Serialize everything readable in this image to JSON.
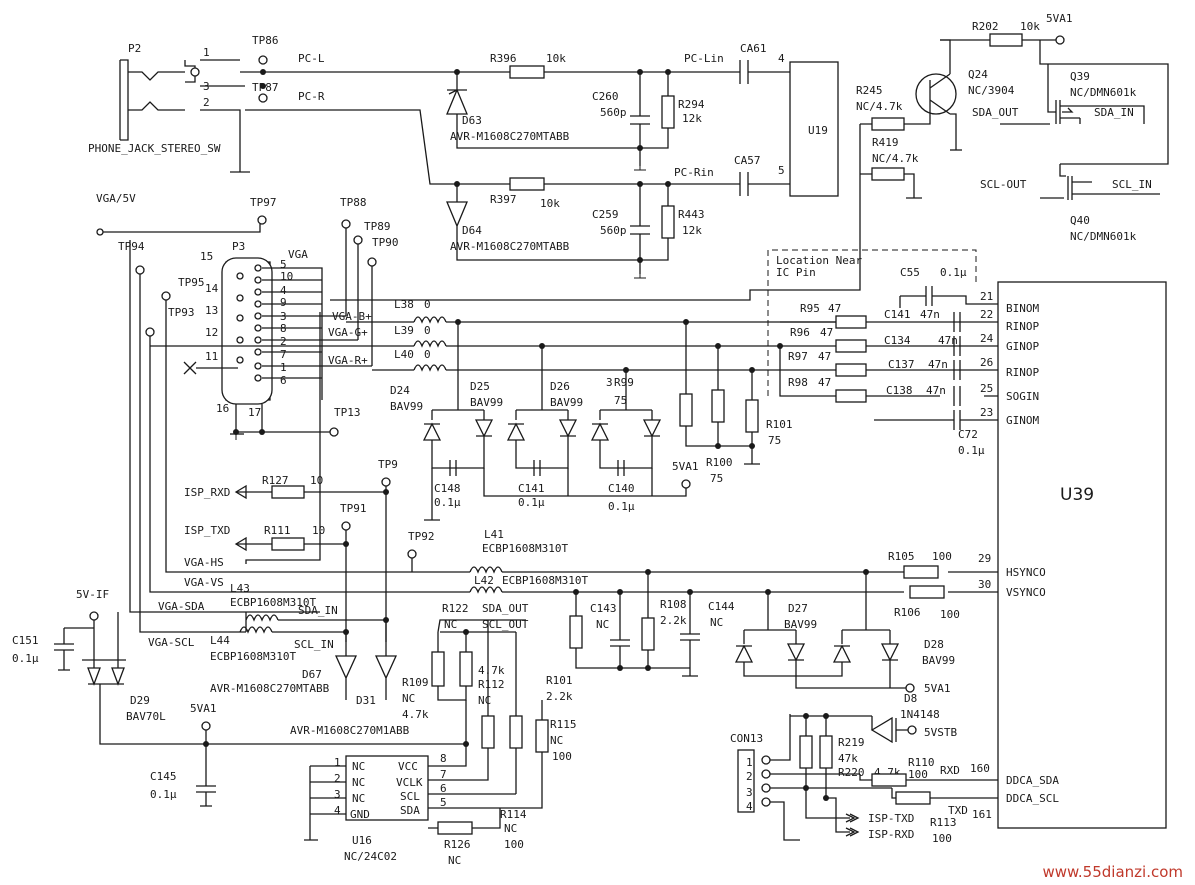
{
  "watermark": "www.55dianzi.com",
  "nets": {
    "pc_l": "PC-L",
    "pc_r": "PC-R",
    "pc_lin": "PC-Lin",
    "pc_rin": "PC-Rin",
    "vga5v": "VGA/5V",
    "vga_b": "VGA-B+",
    "vga_g": "VGA-G+",
    "vga_r": "VGA-R+",
    "vga_hs": "VGA-HS",
    "vga_vs": "VGA-VS",
    "vga_sda": "VGA-SDA",
    "vga_scl": "VGA-SCL",
    "isp_rxd": "ISP_RXD",
    "isp_txd": "ISP_TXD",
    "sda_out": "SDA_OUT",
    "sda_in": "SDA_IN",
    "scl_out": "SCL-OUT",
    "scl_in": "SCL_IN",
    "sda_out2": "SDA_OUT",
    "scl_out2": "SCL_OUT",
    "sda_in2": "SDA_IN",
    "scl_in2": "SCL_IN",
    "isp_txd2": "ISP-TXD",
    "isp_rxd2": "ISP-RXD",
    "rxd": "RXD",
    "txd": "TXD",
    "v5va1": "5VA1",
    "v5vstb": "5VSTB",
    "v5vif": "5V-IF",
    "nine": "3"
  },
  "testpoints": [
    "TP86",
    "TP87",
    "TP97",
    "TP88",
    "TP89",
    "TP90",
    "TP94",
    "TP95",
    "TP93",
    "TP13",
    "TP9",
    "TP91",
    "TP92"
  ],
  "jack": {
    "ref": "P2",
    "name": "PHONE_JACK_STEREO_SW",
    "pins": [
      "1",
      "3",
      "2"
    ]
  },
  "connector_p3": {
    "ref": "P3",
    "name": "VGA",
    "pins": [
      "15",
      "14",
      "13",
      "12",
      "11",
      "5",
      "10",
      "4",
      "9",
      "3",
      "8",
      "2",
      "7",
      "1",
      "6",
      "16",
      "17"
    ]
  },
  "audio": [
    {
      "ref": "R396",
      "val": "10k"
    },
    {
      "ref": "R397",
      "val": "10k"
    },
    {
      "ref": "C260",
      "val": "560p"
    },
    {
      "ref": "C259",
      "val": "560p"
    },
    {
      "ref": "R294",
      "val": "12k"
    },
    {
      "ref": "R443",
      "val": "12k"
    },
    {
      "ref": "CA61",
      "val": ""
    },
    {
      "ref": "CA57",
      "val": ""
    },
    {
      "ref": "D63",
      "val": "AVR-M1608C270MTABB"
    },
    {
      "ref": "D64",
      "val": "AVR-M1608C270MTABB"
    },
    {
      "ref": "U19",
      "val": ""
    },
    {
      "pin4": "4",
      "pin5": "5"
    }
  ],
  "i2c_switch": [
    {
      "ref": "R202",
      "val": "10k"
    },
    {
      "ref": "R245",
      "val": "NC/4.7k"
    },
    {
      "ref": "R419",
      "val": "NC/4.7k"
    },
    {
      "ref": "Q24",
      "val": "NC/3904"
    },
    {
      "ref": "Q39",
      "val": "NC/DMN601k"
    },
    {
      "ref": "Q40",
      "val": "NC/DMN601k"
    }
  ],
  "rgb": [
    {
      "ref": "L38",
      "val": "0"
    },
    {
      "ref": "L39",
      "val": "0"
    },
    {
      "ref": "L40",
      "val": "0"
    },
    {
      "ref": "R95",
      "val": "47"
    },
    {
      "ref": "R96",
      "val": "47"
    },
    {
      "ref": "R97",
      "val": "47"
    },
    {
      "ref": "R98",
      "val": "47"
    },
    {
      "ref": "C55",
      "val": "0.1μ"
    },
    {
      "ref": "C141",
      "val": "47n"
    },
    {
      "ref": "C134",
      "val": "47n"
    },
    {
      "ref": "C137",
      "val": "47n"
    },
    {
      "ref": "C138",
      "val": "47n"
    },
    {
      "ref": "C72",
      "val": "0.1μ"
    },
    {
      "ref": "R99",
      "val": "75"
    },
    {
      "ref": "R100",
      "val": "75"
    },
    {
      "ref": "R101",
      "val": "75"
    },
    {
      "ref": "D24",
      "val": "BAV99"
    },
    {
      "ref": "D25",
      "val": "BAV99"
    },
    {
      "ref": "D26",
      "val": "BAV99"
    },
    {
      "ref": "C148",
      "val": "0.1μ"
    },
    {
      "ref": "C141",
      "val": "0.1μ"
    },
    {
      "ref": "C140",
      "val": "0.1μ"
    }
  ],
  "location_note": [
    "Location Near",
    "IC Pin"
  ],
  "u39": {
    "ref": "U39",
    "pins": [
      {
        "num": "21",
        "name": "BINOM"
      },
      {
        "num": "22",
        "name": "RINOP"
      },
      {
        "num": "24",
        "name": "GINOP"
      },
      {
        "num": "26",
        "name": "RINOP"
      },
      {
        "num": "25",
        "name": "SOGIN"
      },
      {
        "num": "23",
        "name": "GINOM"
      },
      {
        "num": "29",
        "name": "HSYNCO"
      },
      {
        "num": "30",
        "name": "VSYNCO"
      },
      {
        "num": "160",
        "name": "DDCA_SDA"
      },
      {
        "num": "161",
        "name": "DDCA_SCL"
      }
    ]
  },
  "sync": [
    {
      "ref": "R127",
      "val": "10"
    },
    {
      "ref": "R111",
      "val": "10"
    },
    {
      "ref": "L41",
      "val": "ECBP1608M310T"
    },
    {
      "ref": "L42",
      "val": "ECBP1608M310T"
    },
    {
      "ref": "L43",
      "val": "ECBP1608M310T"
    },
    {
      "ref": "L44",
      "val": "ECBP1608M310T"
    },
    {
      "ref": "R105",
      "val": "100"
    },
    {
      "ref": "R106",
      "val": "100"
    },
    {
      "ref": "C143",
      "val": "NC"
    },
    {
      "ref": "R108",
      "val": "2.2k"
    },
    {
      "ref": "C144",
      "val": "NC"
    },
    {
      "ref": "D27",
      "val": "BAV99"
    },
    {
      "ref": "D28",
      "val": "BAV99"
    }
  ],
  "ddc": [
    {
      "ref": "C151",
      "val": "0.1μ"
    },
    {
      "ref": "D29",
      "val": "BAV70L"
    },
    {
      "ref": "C145",
      "val": "0.1μ"
    },
    {
      "ref": "D67",
      "val": "AVR-M1608C270MTABB"
    },
    {
      "ref": "D31",
      "val": "AVR-M1608C270M1ABB"
    },
    {
      "ref": "R109",
      "val": "NC"
    },
    {
      "ref": "R109b",
      "val": "4.7k"
    },
    {
      "ref": "R122",
      "val": "NC"
    },
    {
      "ref": "R112",
      "val": "4.7k"
    },
    {
      "ref": "R112b",
      "val": "NC"
    },
    {
      "ref": "R101",
      "val": "2.2k"
    },
    {
      "ref": "R115",
      "val": "NC"
    },
    {
      "ref": "R115b",
      "val": "100"
    },
    {
      "ref": "R114",
      "val": "NC"
    },
    {
      "ref": "R114b",
      "val": "100"
    },
    {
      "ref": "R126",
      "val": "NC"
    }
  ],
  "u16": {
    "ref": "U16",
    "val": "NC/24C02",
    "left": [
      {
        "n": "1",
        "p": "NC"
      },
      {
        "n": "2",
        "p": "NC"
      },
      {
        "n": "3",
        "p": "NC"
      },
      {
        "n": "4",
        "p": "GND"
      }
    ],
    "right": [
      {
        "n": "8",
        "p": "VCC"
      },
      {
        "n": "7",
        "p": "VCLK"
      },
      {
        "n": "6",
        "p": "SCL"
      },
      {
        "n": "5",
        "p": "SDA"
      }
    ]
  },
  "con13": {
    "ref": "CON13",
    "pins": [
      "1",
      "2",
      "3",
      "4"
    ],
    "parts": [
      {
        "ref": "R219",
        "val": "47k"
      },
      {
        "ref": "R220",
        "val": "4.7k"
      },
      {
        "ref": "R110",
        "val": "100"
      },
      {
        "ref": "R113",
        "val": "100"
      },
      {
        "ref": "D8",
        "val": "1N4148"
      }
    ]
  },
  "pin_nums": {
    "p160": "160",
    "p161": "161"
  }
}
